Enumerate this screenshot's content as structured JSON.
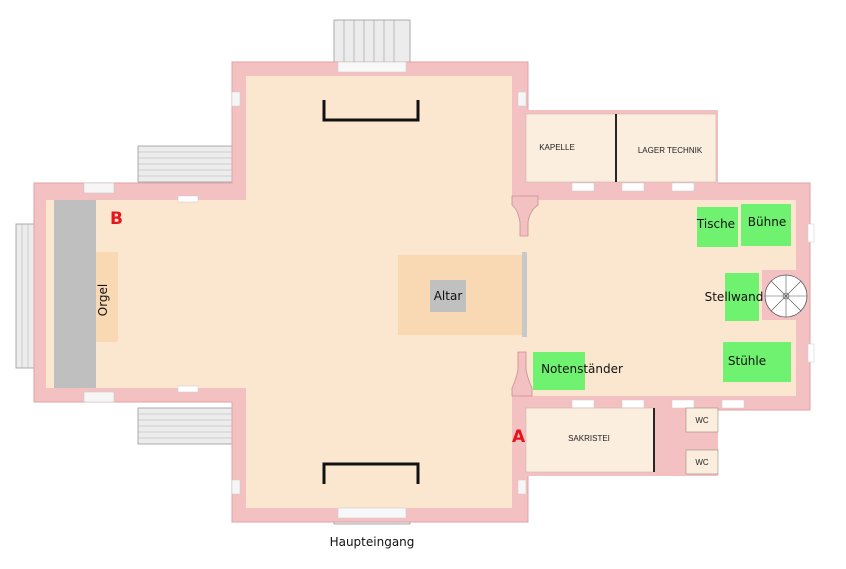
{
  "labels": {
    "kapelle": "KAPELLE",
    "lager_technik": "LAGER TECHNIK",
    "sakristei": "SAKRISTEI",
    "wc_upper": "WC",
    "wc_lower": "WC",
    "altar": "Altar",
    "orgel": "Orgel",
    "tische": "Tische",
    "buehne": "Bühne",
    "stellwand": "Stellwand",
    "stuehle": "Stühle",
    "notenstaender": "Notenständer",
    "marker_a": "A",
    "marker_b": "B",
    "haupteingang": "Haupteingang"
  },
  "colors": {
    "floor": "#fbe7cf",
    "wall": "#f4c1c3",
    "wall_dark": "#ecaaae",
    "stairs": "#ececec",
    "organ": "#bfbfbf",
    "altar_area": "#f8d9b4",
    "altar": "#c0c0c0",
    "furniture": "#6ff26f",
    "marker": "#e8141b",
    "room_fill": "#fbeede",
    "line": "#222222"
  }
}
